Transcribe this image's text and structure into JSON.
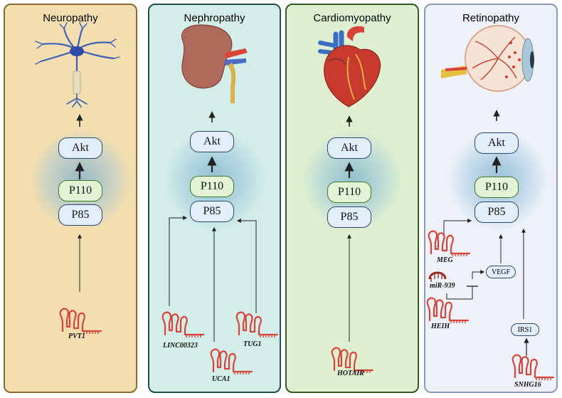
{
  "panels": [
    {
      "title": "Neuropathy"
    },
    {
      "title": "Nephropathy"
    },
    {
      "title": "Cardiomyopathy"
    },
    {
      "title": "Retinopathy"
    }
  ],
  "proteins": {
    "akt": "Akt",
    "p110": "P110",
    "p85": "P85"
  },
  "lncrnas": {
    "neuropathy": [
      "PVT1"
    ],
    "nephropathy": [
      "LINC00323",
      "UCA1",
      "TUG1"
    ],
    "cardiomyopathy": [
      "HOTAIR"
    ],
    "retinopathy": [
      "MEG",
      "HEIH",
      "SNHG16"
    ]
  },
  "mirna": "miR-939",
  "mediators": {
    "vegf": "VEGF",
    "irs1": "IRS1"
  },
  "colors": {
    "neuropathy_bg": "#f3deb0",
    "nephropathy_bg": "#d3ede8",
    "cardiomyopathy_bg": "#dff0d0",
    "retinopathy_bg": "#eef2f8",
    "rna_red": "#d9443a",
    "arrow": "#222222"
  },
  "icons": [
    "neuron-icon",
    "kidney-icon",
    "heart-icon",
    "eye-icon"
  ]
}
